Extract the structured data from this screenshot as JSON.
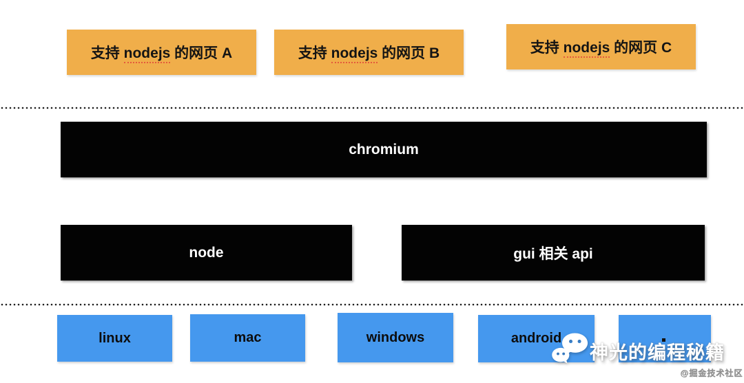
{
  "colors": {
    "webpage_box": "#F0AE4A",
    "engine_box": "#000000",
    "platform_box": "#4598EE",
    "spellcheck_underline": "#E24A3A",
    "watermark_text_color": "#FFFFFF"
  },
  "top_row": {
    "boxes": [
      {
        "prefix": "支持 ",
        "keyword": "nodejs",
        "suffix": " 的网页 A"
      },
      {
        "prefix": "支持 ",
        "keyword": "nodejs",
        "suffix": " 的网页 B"
      },
      {
        "prefix": "支持 ",
        "keyword": "nodejs",
        "suffix": " 的网页 C"
      }
    ]
  },
  "middle_row": {
    "chromium": "chromium",
    "node": "node",
    "gui": "gui 相关 api"
  },
  "bottom_row": {
    "platforms": [
      "linux",
      "mac",
      "windows",
      "android",
      ""
    ]
  },
  "watermark": {
    "icon": "wechat-icon",
    "text": "神光的编程秘籍",
    "credit": "@掘金技术社区"
  }
}
